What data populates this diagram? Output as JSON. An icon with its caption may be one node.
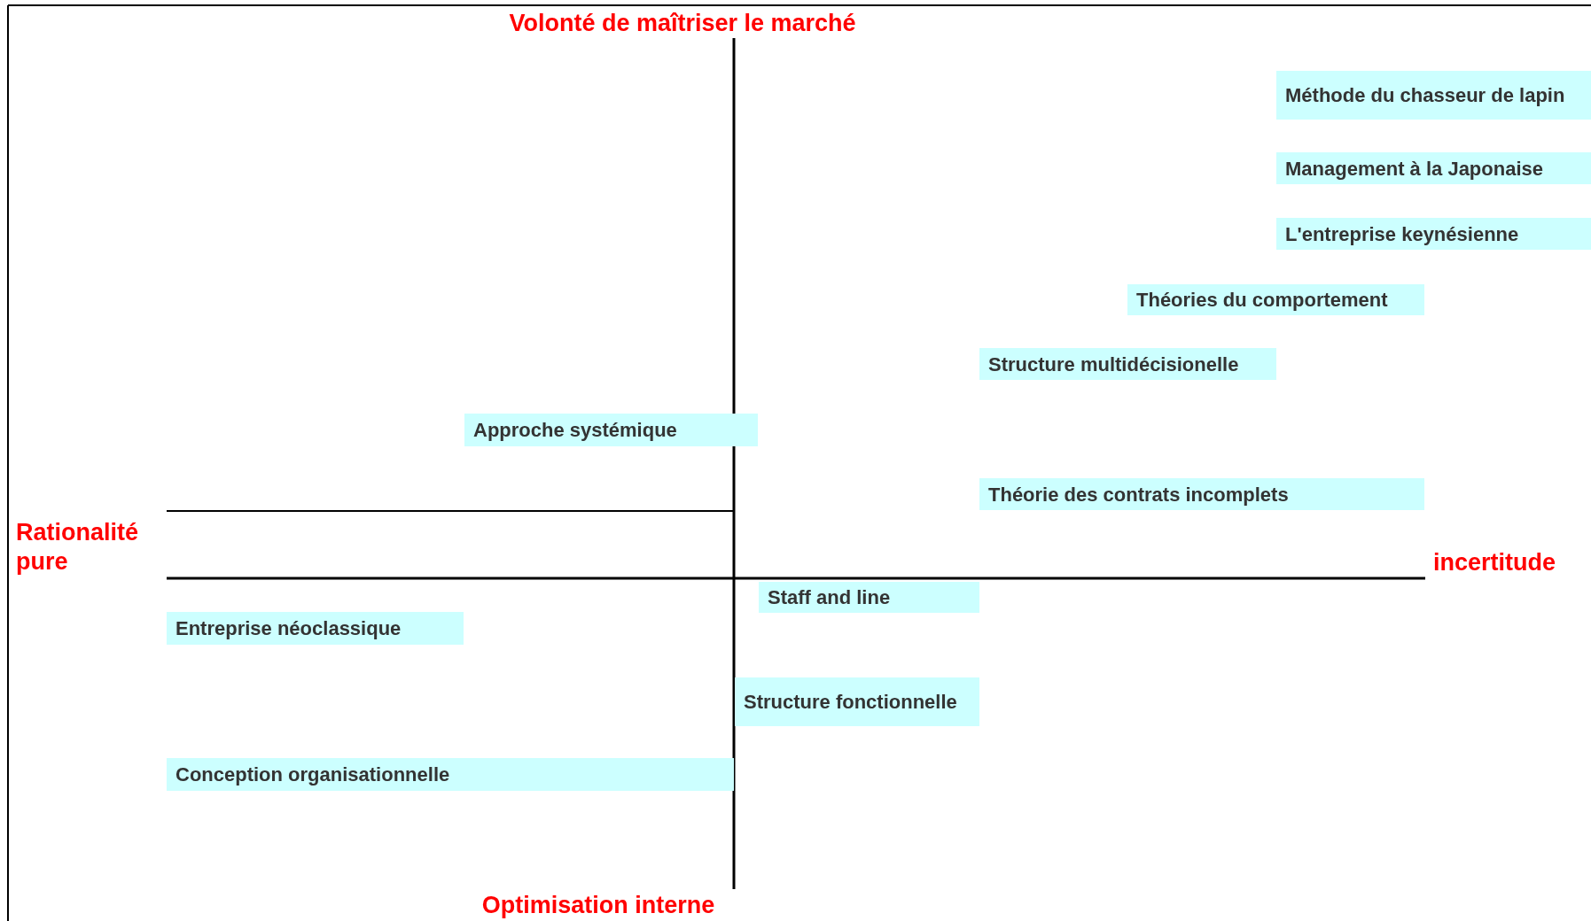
{
  "diagram": {
    "nodes": [
      {
        "text": [
          "Méthode du chasseur de lapin"
        ]
      },
      {
        "text": [
          "Management à la Japonaise"
        ]
      },
      {
        "text": [
          "L'entreprise keynésienne"
        ]
      },
      {
        "text": [
          "Théories du comportement"
        ]
      },
      {
        "text": [
          "Structure multidécisionelle"
        ]
      },
      {
        "text": [
          "Approche systémique"
        ]
      },
      {
        "text": [
          "Théorie des contrats incomplets"
        ]
      },
      {
        "text": [
          "Staff and line"
        ]
      },
      {
        "text": [
          "Entreprise néoclassique"
        ]
      },
      {
        "text": [
          "Structure fonctionnelle"
        ]
      },
      {
        "text": [
          "Conception organisationnelle"
        ]
      }
    ],
    "labels": [
      "Volonté de maîtriser le marché",
      "Rationalité pure",
      "incertitude",
      "Optimisation interne"
    ]
  }
}
